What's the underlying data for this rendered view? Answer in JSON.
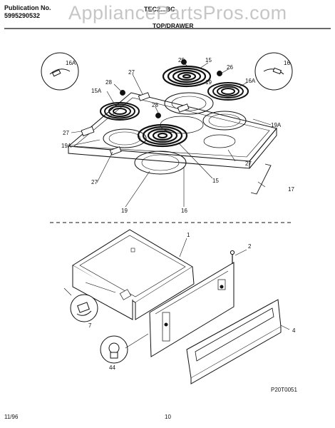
{
  "header": {
    "publication_label": "Publication No.",
    "publication_number": "5995290532",
    "model": "TEC2...BC",
    "section_title": "TOP/DRAWER"
  },
  "watermark": "AppliancePartsPros.com",
  "diagram": {
    "part_labels": {
      "top_16A_left": "16A",
      "top_16_right": "16",
      "top_29_a": "29",
      "top_15_a": "15",
      "top_26": "26",
      "top_19_a": "19",
      "top_16A_b": "16A",
      "top_27_a": "27",
      "top_28_a": "28",
      "top_15A": "15A",
      "top_28_b": "28",
      "top_19A_right": "19A",
      "top_27_b": "27",
      "top_19A_left": "19A",
      "top_27_c": "27",
      "top_27_d": "27",
      "top_15_b": "15",
      "top_17": "17",
      "top_19_b": "19",
      "top_16_b": "16",
      "drawer_1": "1",
      "drawer_2": "2",
      "drawer_7": "7",
      "drawer_4": "4",
      "drawer_44": "44"
    },
    "figure_code": "P20T0051"
  },
  "footer": {
    "date": "11/96",
    "page_number": "10"
  }
}
